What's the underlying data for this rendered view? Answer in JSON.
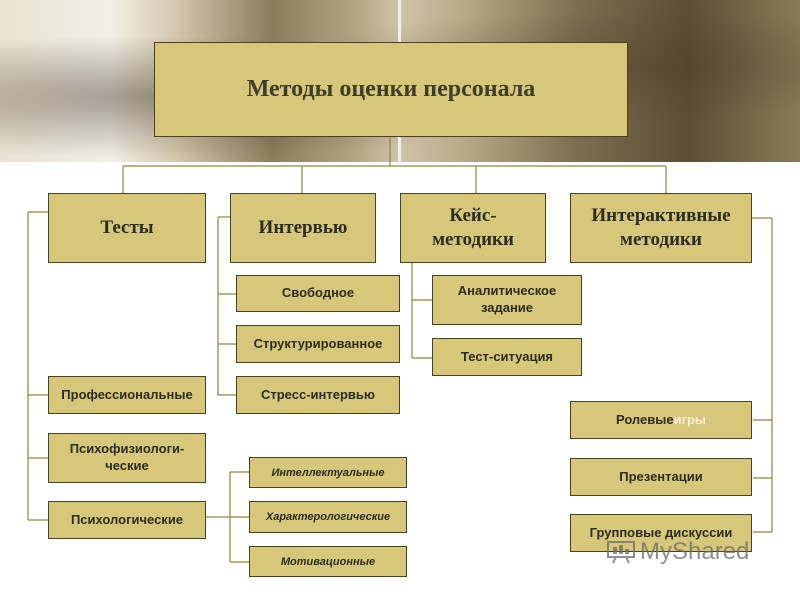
{
  "title": "Методы оценки персонала",
  "categories": [
    "Тесты",
    "Интервью",
    "Кейс-\nметодики",
    "Интерактивные\nметодики"
  ],
  "tests": [
    "Профессиональные",
    "Психофизиологи-\nческие",
    "Психологические"
  ],
  "psychological": [
    "Интеллектуальные",
    "Характерологические",
    "Мотивационные"
  ],
  "interview": [
    "Свободное",
    "Структурированное",
    "Стресс-интервью"
  ],
  "cases": [
    "Аналитическое\nзадание",
    "Тест-ситуация"
  ],
  "interactive": {
    "roleplay_a": "Ролевые",
    "roleplay_b": "игры",
    "presentations": "Презентации",
    "discussions": "Групповые дискуссии"
  },
  "watermark": "MyShared",
  "colors": {
    "box": "#d6c77a",
    "border": "#4a4122",
    "line": "#8a8a3a"
  }
}
